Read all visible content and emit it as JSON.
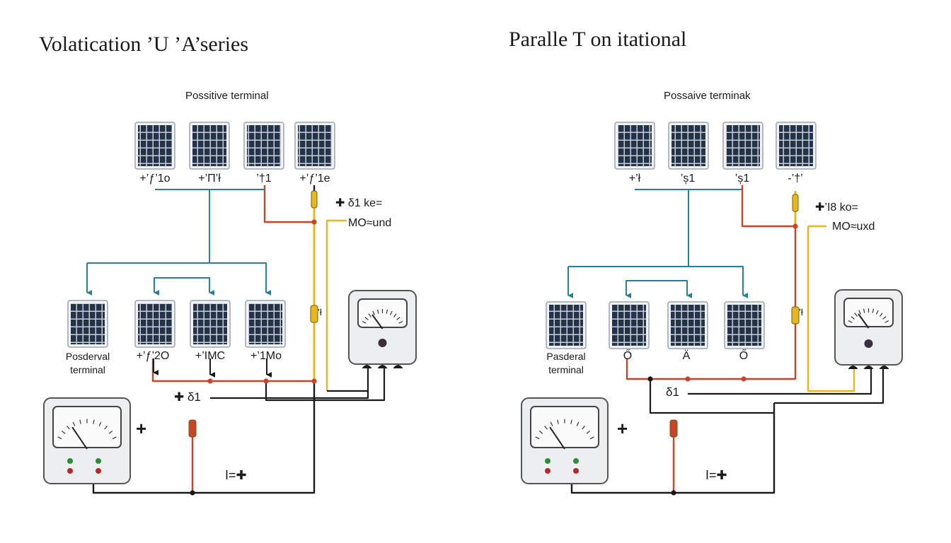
{
  "colors": {
    "wire_blue": "#2a7f95",
    "wire_red": "#c8452a",
    "wire_yellow": "#e6b820",
    "wire_black": "#1a1a1a",
    "panel_cell": "#24324a",
    "panel_frame": "#9aa3ad",
    "meter_body": "#eceeef"
  },
  "series": {
    "title": "Volatication ’U ’A’series",
    "top_label": "Possitive terminal",
    "top_panels": [
      "+’ƒ’1o",
      "+’Π’ł",
      "’†1",
      "+’ƒ’1e"
    ],
    "key_label": "✚ δ1 ke=",
    "mo_label": "MO≈und",
    "bottom_caption_1": "Posderval",
    "bottom_caption_2": "terminal",
    "bottom_panels": [
      "+’ƒ’2O",
      "+’IMC",
      "+’1Mo"
    ],
    "bus_label": "✚ δ1",
    "inline_label": "’ł",
    "meter_label": "I=✚",
    "plus": "+"
  },
  "parallel": {
    "title": "Paralle T on itational",
    "top_label": "Possaive terminak",
    "top_panels": [
      "+’ł",
      "’ș1",
      "’ș1",
      "-’†’"
    ],
    "key_label": "✚’I8 ko=",
    "mo_label": "MO≈uxd",
    "bottom_caption_1": "Pasderal",
    "bottom_caption_2": "terminal",
    "bottom_panels": [
      "Ő",
      "Ä",
      "Ő"
    ],
    "bus_label": "δ1",
    "inline_label": "’ł",
    "meter_label": "I=✚",
    "plus": "+"
  }
}
